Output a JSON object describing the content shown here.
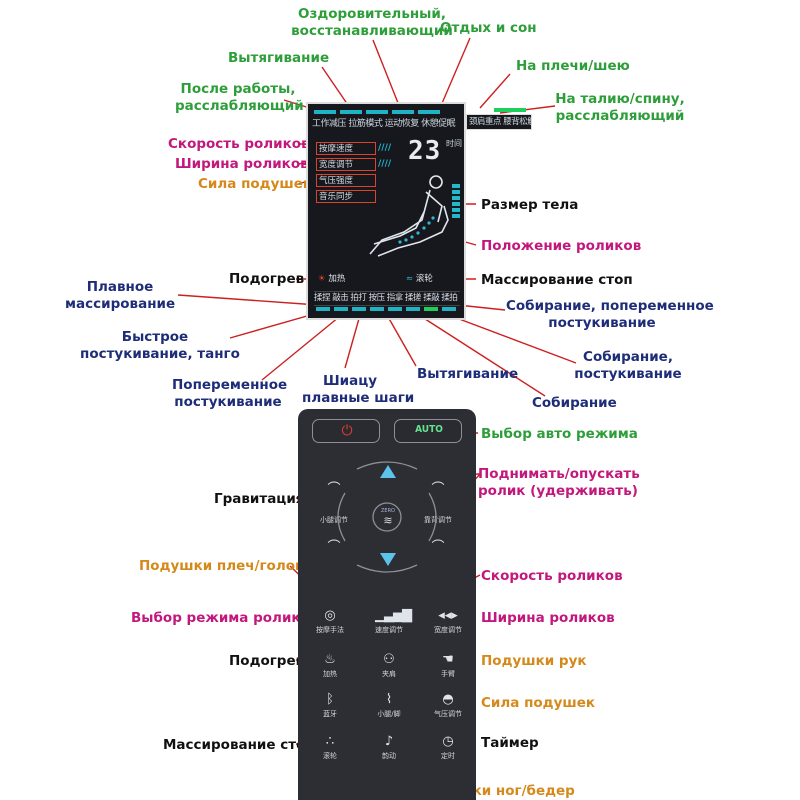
{
  "display": {
    "mode_bar": "工作减压 拉筋模式 运动恢复 休憩促眠",
    "mode_bar_right": "颈肩重点 腰背松解",
    "menu": [
      "按摩速度",
      "宽度调节",
      "气压强度",
      "音乐同步"
    ],
    "timer_value": "23",
    "timer_unit": "时间",
    "heat_label": "加热",
    "foot_roller_label": "滚轮",
    "function_bar": "揉捏 敲击 拍打 按压 指拿 揉搓 揉敲 揉拍"
  },
  "remote": {
    "power_icon": "power-icon",
    "auto_label": "AUTO",
    "zero_label": "ZERO",
    "calf_adjust": "小腿调节",
    "back_adjust": "靠背调节",
    "massage_technique": "按摩手法",
    "speed_adjust": "速度调节",
    "width_adjust": "宽度调节",
    "heat": "加热",
    "shoulder_clamp": "夹肩",
    "arm": "手臂",
    "bluetooth": "蓝牙",
    "calf_foot": "小腿/脚",
    "air_pressure": "气压调节",
    "foot_roller": "滚轮",
    "rhythm": "韵动",
    "timer": "定时"
  },
  "labels": {
    "health_restore": "Оздоровительный,\nвосстанавливающий",
    "rest_sleep": "Отдых и сон",
    "stretch_top": "Вытягивание",
    "neck_shoulders": "На плечи/шею",
    "after_work": "После работы,\nрасслабляющий",
    "waist_back": "На талию/спину,\nрасслабляющий",
    "roller_speed": "Скорость роликов",
    "roller_width": "Ширина роликов",
    "cushion_strength": "Сила подушек",
    "body_size": "Размер тела",
    "roller_position": "Положение роликов",
    "heating": "Подогрев",
    "foot_massage": "Массирование стоп",
    "smooth_massage": "Плавное\nмассирование",
    "gather_alt_tap": "Собирание, попеременное\nпостукивание",
    "fast_tap": "Быстрое\nпостукивание, танго",
    "gather_tap": "Собирание,\nпостукивание",
    "alt_tap": "Попеременное\nпостукивание",
    "shiatsu": "Шиацу\nплавные шаги",
    "stretch_bottom": "Вытягивание",
    "gathering": "Собирание",
    "auto_mode": "Выбор авто режима",
    "raise_lower": "Поднимать/опускать\nролик (удерживать)",
    "gravity": "Гравитация",
    "shoulder_head_cushions": "Подушки плеч/головы",
    "roller_speed_2": "Скорость роликов",
    "roller_mode": "Выбор режима роликов",
    "roller_width_2": "Ширина роликов",
    "heating_2": "Подогрев",
    "arm_cushions": "Подушки рук",
    "cushion_strength_2": "Сила подушек",
    "foot_massage_2": "Массирование стоп",
    "timer": "Таймер",
    "leg_thigh_cushions": "Подушки ног/бедер"
  },
  "colors": {
    "green": "#2e9e3a",
    "magenta": "#c2177d",
    "orange": "#d4891a",
    "black": "#111111",
    "blue": "#1e2d78",
    "leader_red": "#cc2020",
    "screen_cyan": "#1fb3c4"
  }
}
